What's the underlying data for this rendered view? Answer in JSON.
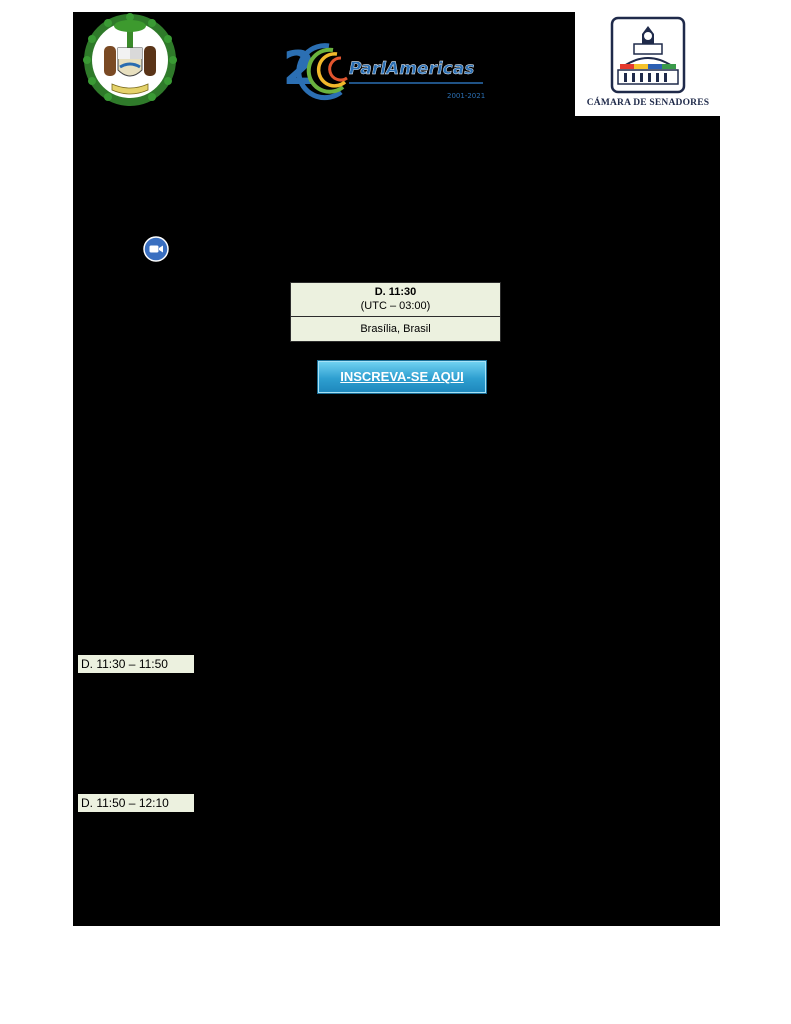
{
  "header": {
    "left_logo": {
      "icon": "belize-coat-of-arms-icon"
    },
    "center_logo": {
      "icon": "parlamericas-20-logo-icon",
      "wordmark": "ParlAmericas",
      "number": "20",
      "years": "2001-2021"
    },
    "right_logo": {
      "icon": "camara-de-senadores-building-icon",
      "name": "CÁMARA DE SENADORES"
    }
  },
  "event": {
    "video_icon": "video-camera-icon",
    "time": "D. 11:30",
    "timezone": "(UTC – 03:00)",
    "city": "Brasília, Brasil",
    "register_label": "INSCREVA-SE AQUI"
  },
  "agenda": {
    "slots": [
      {
        "label": "D. 11:30 – 11:50"
      },
      {
        "label": "D. 11:50 – 12:10"
      }
    ]
  },
  "colors": {
    "page_block": "#000000",
    "cell_background": "#ecf1df",
    "button": "#2e9fd0",
    "senate_text": "#1f2a4a"
  }
}
